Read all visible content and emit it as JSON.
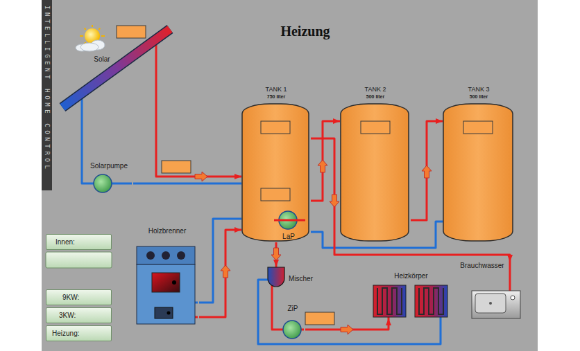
{
  "diagram": {
    "title": "Heizung",
    "nodes": [
      {
        "text": [
          "Solar"
        ]
      },
      {
        "text": [
          "Solarpumpe"
        ]
      },
      {
        "text": [
          "TANK 1",
          "750 liter"
        ]
      },
      {
        "text": [
          "LaP"
        ],
        "in": 2
      },
      {
        "text": [
          "TANK 2",
          "500 liter"
        ]
      },
      {
        "text": [
          "TANK 3",
          "500 liter"
        ]
      },
      {
        "text": [
          "Holzbrenner"
        ]
      },
      {
        "text": [
          "Mischer"
        ]
      },
      {
        "text": [
          "ZiP"
        ]
      },
      {
        "text": [
          "Heizkörper"
        ]
      },
      {
        "text": [
          "Brauchwasser"
        ]
      },
      {
        "text": [
          "Innen:"
        ]
      },
      {
        "text": [
          "9KW:"
        ]
      },
      {
        "text": [
          "3KW:"
        ]
      },
      {
        "text": [
          "Heizung:"
        ]
      }
    ],
    "edges": [
      {
        "from": 0,
        "to": 2,
        "arrow": "to"
      },
      {
        "from": 2,
        "to": 1,
        "arrow": "none"
      },
      {
        "from": 1,
        "to": 0,
        "arrow": "none"
      },
      {
        "from": 6,
        "to": 2,
        "arrow": "to"
      },
      {
        "from": 2,
        "to": 6,
        "arrow": "none"
      },
      {
        "from": 2,
        "to": 4,
        "arrow": "to"
      },
      {
        "from": 4,
        "to": 5,
        "arrow": "to"
      },
      {
        "from": 5,
        "to": 2,
        "arrow": "none"
      },
      {
        "from": 2,
        "to": 10,
        "arrow": "to"
      },
      {
        "from": 2,
        "to": 7,
        "arrow": "to"
      },
      {
        "from": 7,
        "to": 8,
        "arrow": "none"
      },
      {
        "from": 8,
        "to": 9,
        "arrow": "to"
      },
      {
        "from": 9,
        "to": 7,
        "arrow": "none"
      }
    ],
    "labels": [
      "INTELLIGENT HOME CONTROL"
    ]
  }
}
